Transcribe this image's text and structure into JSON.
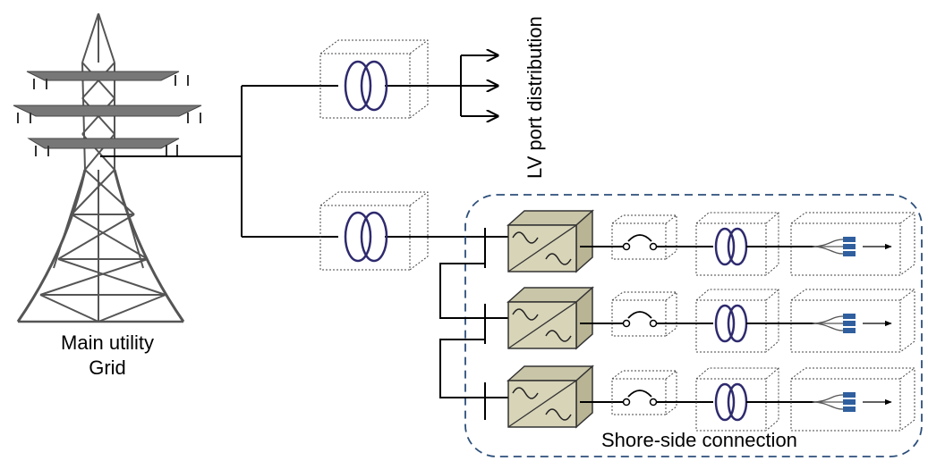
{
  "labels": {
    "grid_line1": "Main utility",
    "grid_line2": "Grid",
    "lv": "LV port distribution",
    "shore": "Shore-side connection"
  },
  "colors": {
    "transformer": "#2e2a6e",
    "dashed_border": "#2d4f7a",
    "converter_fill": "#d8d4b8",
    "tower": "#555555",
    "plug": "#2f5f9e"
  },
  "shore_rows": 3,
  "lv_outputs": 3
}
